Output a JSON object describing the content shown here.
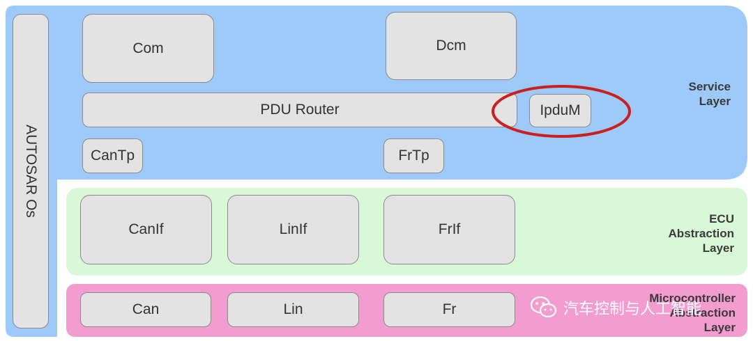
{
  "side": {
    "os_label": "AUTOSAR Os"
  },
  "service_layer": {
    "label_line1": "Service",
    "label_line2": "Layer",
    "modules": {
      "com": "Com",
      "dcm": "Dcm",
      "pdu_router": "PDU Router",
      "ipdum": "IpduM",
      "cantp": "CanTp",
      "frtp": "FrTp"
    }
  },
  "ecu_layer": {
    "label_line1": "ECU",
    "label_line2": "Abstraction",
    "label_line3": "Layer",
    "modules": {
      "canif": "CanIf",
      "linif": "LinIf",
      "frif": "FrIf"
    }
  },
  "mcal_layer": {
    "label_line1": "Microcontroller",
    "label_line2": "Abstraction",
    "label_line3": "Layer",
    "modules": {
      "can": "Can",
      "lin": "Lin",
      "fr": "Fr"
    }
  },
  "watermark": {
    "text": "汽车控制与人工智能"
  },
  "colors": {
    "service": "#9dcaf9",
    "ecu": "#d8f8d8",
    "mcal": "#f39cd0",
    "module": "#e3e3e3",
    "highlight": "#cc1f1f"
  }
}
